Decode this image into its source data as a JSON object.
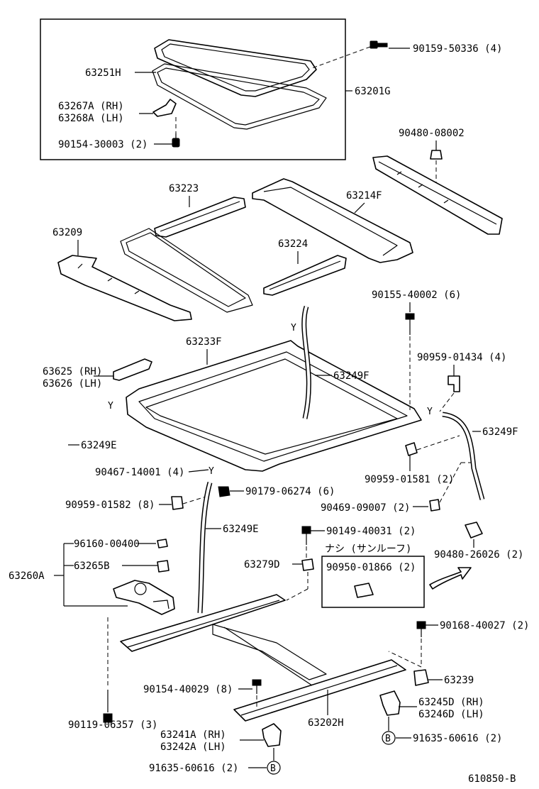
{
  "diagram_id": "610850-B",
  "labels": {
    "p90159_50336": "90159-50336 (4)",
    "p63251h": "63251H",
    "p63201g": "63201G",
    "p63267a": "63267A (RH)",
    "p63268a": "63268A (LH)",
    "p90154_30003": "90154-30003 (2)",
    "p90480_08002": "90480-08002",
    "p63223": "63223",
    "p63214f": "63214F",
    "p63209": "63209",
    "p63224": "63224",
    "p90155_40002": "90155-40002 (6)",
    "p63233f": "63233F",
    "p63625": "63625 (RH)",
    "p63626": "63626 (LH)",
    "p63249f_a": "63249F",
    "p90959_01434": "90959-01434 (4)",
    "p63249e_a": "63249E",
    "p63249f_b": "63249F",
    "p90467_14001": "90467-14001 (4)",
    "p90959_01581": "90959-01581 (2)",
    "p90179_06274": "90179-06274 (6)",
    "p90959_01582": "90959-01582 (8)",
    "p90469_09007": "90469-09007 (2)",
    "p63249e_b": "63249E",
    "p96160_00400": "96160-00400",
    "p90149_40031": "90149-40031 (2)",
    "note_no_sunroof": "ナシ (サンルーフ)",
    "p63265b": "63265B",
    "p63279d": "63279D",
    "p90950_01866": "90950-01866 (2)",
    "p90480_26026": "90480-26026 (2)",
    "p63260a": "63260A",
    "p90168_40027": "90168-40027 (2)",
    "p63239": "63239",
    "p90154_40029": "90154-40029 (8)",
    "p63245d": "63245D (RH)",
    "p63246d": "63246D (LH)",
    "p63202h": "63202H",
    "p90119_06357": "90119-06357 (3)",
    "p63241a": "63241A (RH)",
    "p63242a": "63242A (LH)",
    "p91635_60616_a": "91635-60616 (2)",
    "p91635_60616_b": "91635-60616 (2)",
    "ref_b_1": "B",
    "ref_b_2": "B"
  }
}
